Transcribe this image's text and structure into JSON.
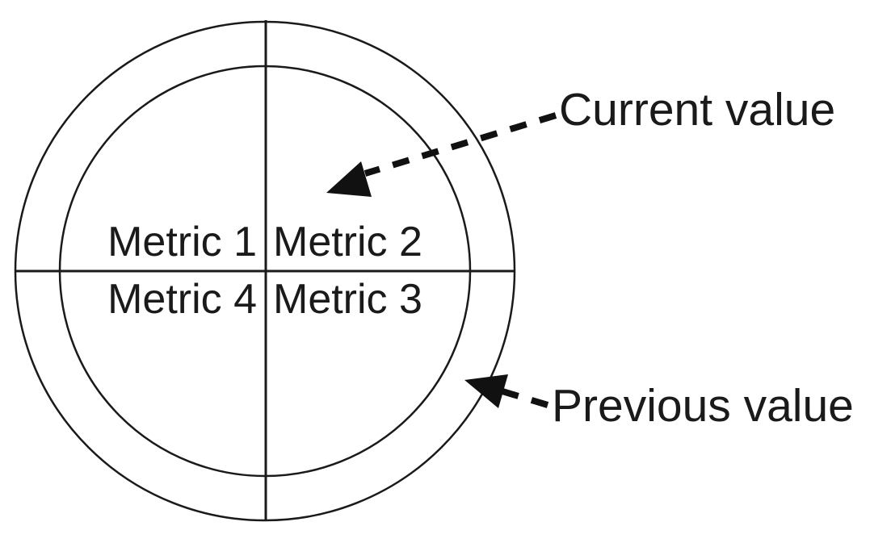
{
  "diagram": {
    "background_color": "#ffffff",
    "line_color": "#1a1a1a",
    "quadrant_labels": {
      "top_left": "Metric 1",
      "top_right": "Metric 2",
      "bottom_right": "Metric 3",
      "bottom_left": "Metric 4"
    },
    "callouts": {
      "current": {
        "label": "Current value",
        "target": "inner circle"
      },
      "previous": {
        "label": "Previous value",
        "target": "outer ring"
      }
    }
  }
}
